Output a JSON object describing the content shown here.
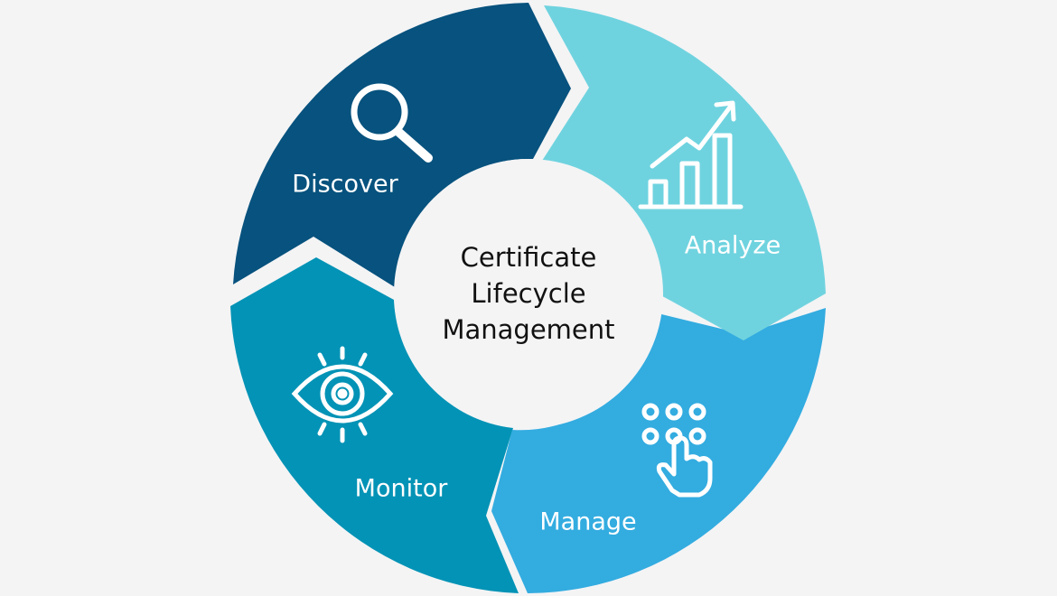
{
  "center": {
    "title_lines": [
      "Certificate",
      "Lifecycle",
      "Management"
    ]
  },
  "segments": [
    {
      "id": "discover",
      "label": "Discover",
      "color": "#07527e",
      "icon": "magnifier-icon"
    },
    {
      "id": "analyze",
      "label": "Analyze",
      "color": "#6fd3df",
      "icon": "bar-chart-up-icon"
    },
    {
      "id": "manage",
      "label": "Manage",
      "color": "#33ace0",
      "icon": "touch-keypad-icon"
    },
    {
      "id": "monitor",
      "label": "Monitor",
      "color": "#0393b6",
      "icon": "eye-icon"
    }
  ],
  "colors": {
    "background": "#f4f4f5",
    "center": "#f4f4f5",
    "text_center": "#111111",
    "text_segment": "#ffffff"
  }
}
